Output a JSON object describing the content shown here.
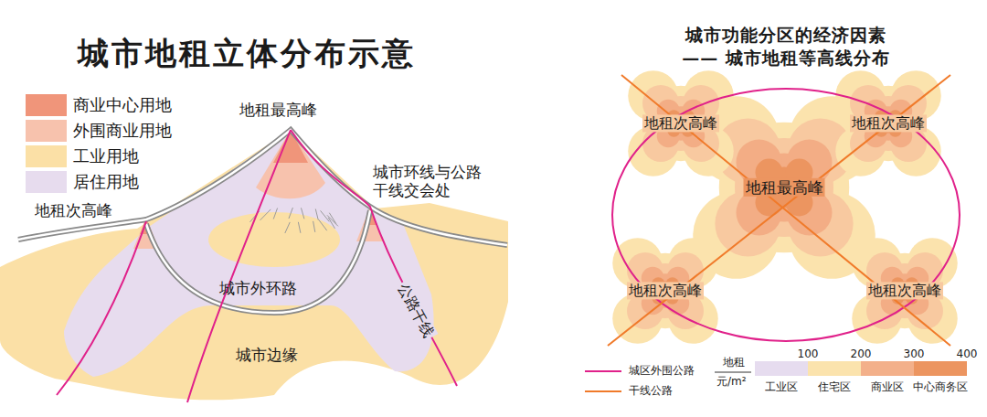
{
  "diagram": {
    "title": "城市地租立体分布示意",
    "labels": [
      "地租最高峰",
      "地租次高峰",
      "城市环线与公路干线交会处",
      "城市外环路",
      "公路干线",
      "城市边缘",
      "城市功能分区的经济因素—— 城市地租等高线分布",
      "地租次高峰",
      "地租次高峰",
      "地租最高峰",
      "地租次高峰",
      "地租次高峰",
      "地租",
      "元/m²",
      "100",
      "200",
      "300",
      "400"
    ],
    "legend": [
      {
        "text": "商业中心用地",
        "color": "#f0957a"
      },
      {
        "text": "外围商业用地",
        "color": "#f7c2ad"
      },
      {
        "text": "工业用地",
        "color": "#fbe0a6"
      },
      {
        "text": "居住用地",
        "color": "#e7dcee"
      },
      {
        "text": "城区外围公路"
      },
      {
        "text": "干线公路"
      },
      {
        "text": "工业区",
        "color": "#e6dcef"
      },
      {
        "text": "住宅区",
        "color": "#fbe3ad"
      },
      {
        "text": "商业区",
        "color": "#f3b08a"
      },
      {
        "text": "中心商务区",
        "color": "#ec9560"
      }
    ]
  }
}
